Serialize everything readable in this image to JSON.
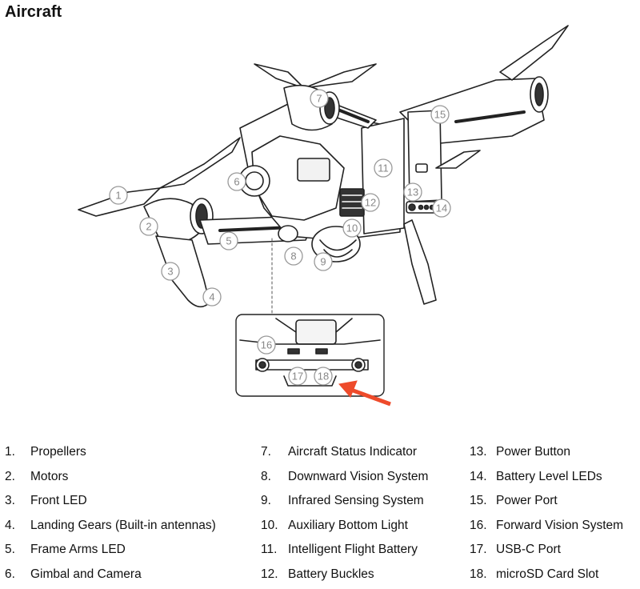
{
  "title": "Aircraft",
  "callouts": [
    "1",
    "2",
    "3",
    "4",
    "5",
    "6",
    "7",
    "8",
    "9",
    "10",
    "11",
    "12",
    "13",
    "14",
    "15",
    "16",
    "17",
    "18"
  ],
  "legend": [
    {
      "num": "1.",
      "label": "Propellers"
    },
    {
      "num": "2.",
      "label": "Motors"
    },
    {
      "num": "3.",
      "label": "Front LED"
    },
    {
      "num": "4.",
      "label": "Landing Gears (Built-in antennas)"
    },
    {
      "num": "5.",
      "label": "Frame Arms LED"
    },
    {
      "num": "6.",
      "label": "Gimbal and Camera"
    },
    {
      "num": "7.",
      "label": "Aircraft Status Indicator"
    },
    {
      "num": "8.",
      "label": "Downward Vision System"
    },
    {
      "num": "9.",
      "label": "Infrared Sensing System"
    },
    {
      "num": "10.",
      "label": "Auxiliary Bottom Light"
    },
    {
      "num": "11.",
      "label": "Intelligent Flight Battery"
    },
    {
      "num": "12.",
      "label": "Battery Buckles"
    },
    {
      "num": "13.",
      "label": "Power Button"
    },
    {
      "num": "14.",
      "label": "Battery Level LEDs"
    },
    {
      "num": "15.",
      "label": "Power Port"
    },
    {
      "num": "16.",
      "label": "Forward Vision System"
    },
    {
      "num": "17.",
      "label": "USB-C Port"
    },
    {
      "num": "18.",
      "label": "microSD Card Slot"
    }
  ],
  "colors": {
    "arrow": "#ee4b2b",
    "line": "#222222",
    "callout": "#999999"
  }
}
